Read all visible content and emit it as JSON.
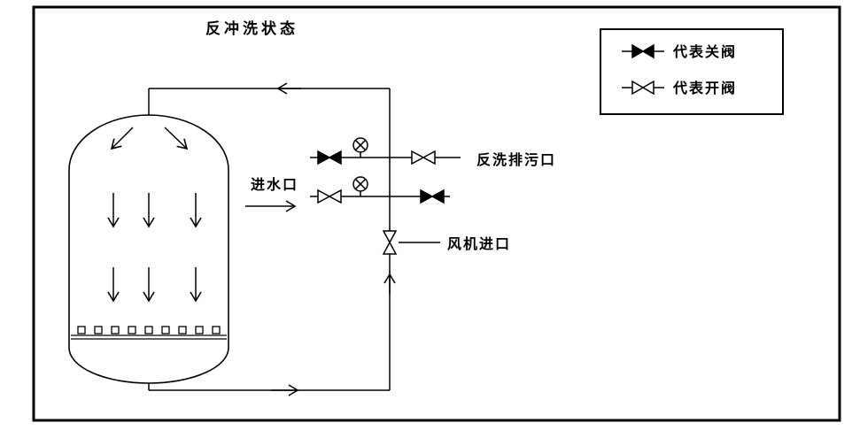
{
  "title": "反冲洗状态",
  "legend": {
    "closed_valve_label": "代表关阀",
    "open_valve_label": "代表开阀"
  },
  "labels": {
    "water_inlet": "进水口",
    "backwash_drain": "反洗排污口",
    "fan_inlet": "风机进口"
  },
  "icons": {
    "closed_valve": "bowtie-filled",
    "open_valve": "bowtie-outline",
    "gauge": "circle-with-x",
    "flow_arrow": "open-v-arrowhead"
  },
  "colors": {
    "line": "#000000",
    "background": "#ffffff"
  }
}
